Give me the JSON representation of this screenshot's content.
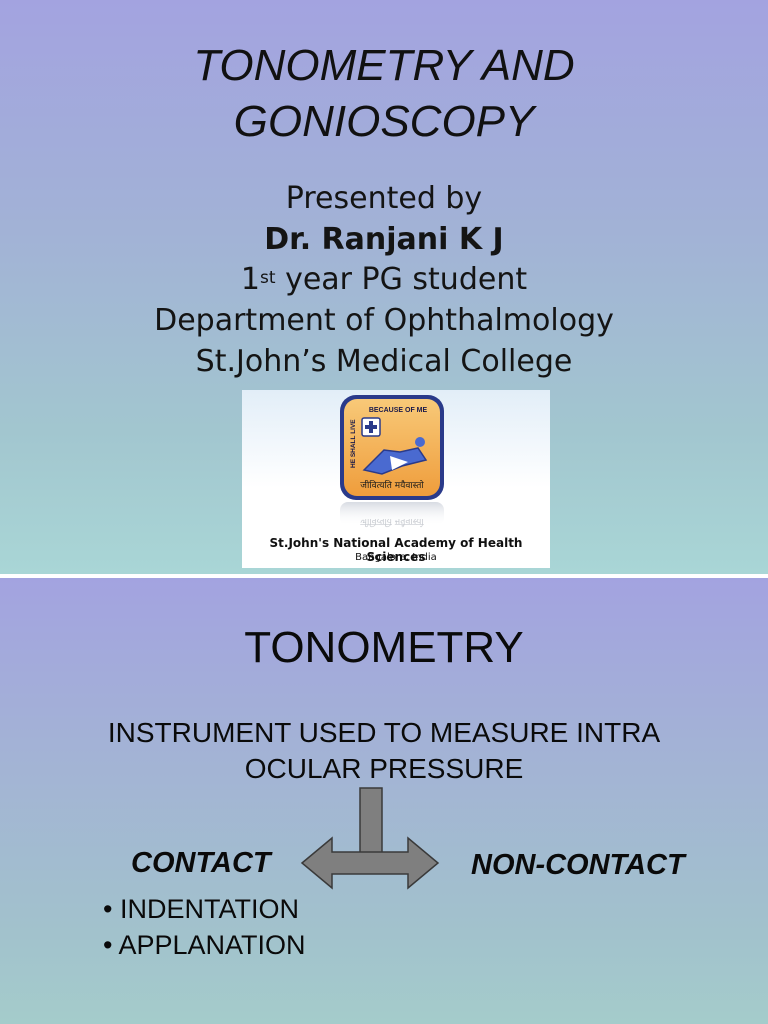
{
  "slide1": {
    "title_line1": "TONOMETRY AND",
    "title_line2": "GONIOSCOPY",
    "presented_by": "Presented by",
    "presenter": "Dr. Ranjani K J",
    "year_number": "1",
    "year_sup": "st",
    "year_rest": " year PG student",
    "department": "Department of Ophthalmology",
    "college": "St.John’s Medical College",
    "logo": {
      "top_text": "BECAUSE OF ME",
      "side_text": "HE SHALL LIVE",
      "hindi_text": "जीवित्यति मयैवास्तो",
      "caption_line1": "St.John's National Academy of Health Sciences",
      "caption_line2": "Bangalore, India",
      "colors": {
        "badge": "#f3b55a",
        "badge_border": "#2a3a8a",
        "figure": "#4a6ad0"
      }
    }
  },
  "slide2": {
    "title": "TONOMETRY",
    "description_line1": "INSTRUMENT USED TO MEASURE INTRA",
    "description_line2": "OCULAR PRESSURE",
    "left_branch": "CONTACT",
    "right_branch": "NON-CONTACT",
    "contact_types": [
      "INDENTATION",
      "APPLANATION"
    ],
    "bullet_char": "•",
    "arrow_color": "#7f7f7f"
  }
}
